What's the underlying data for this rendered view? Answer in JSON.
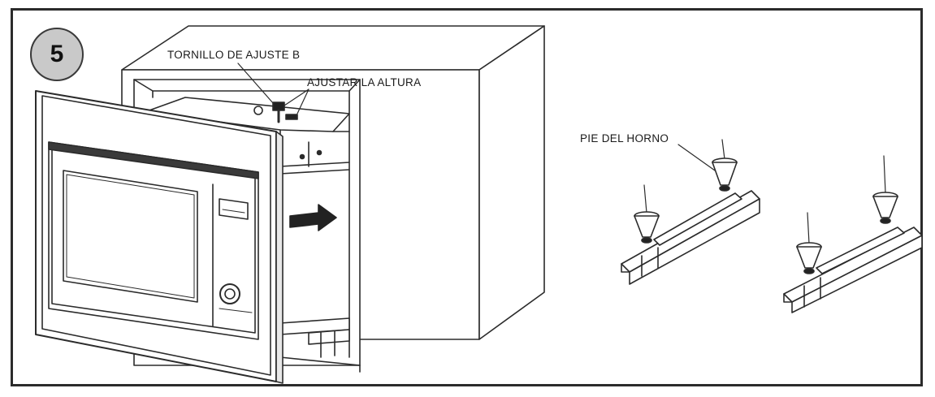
{
  "step": {
    "number": "5"
  },
  "labels": {
    "screw": "TORNILLO DE AJUSTE B",
    "height": "AJUSTAR LA ALTURA",
    "foot": "PIE DEL HORNO"
  },
  "colors": {
    "line": "#2b2b2b",
    "badge": "#c9c9c9",
    "arrow": "#222222"
  },
  "icons": [
    "insert-arrow-icon"
  ]
}
